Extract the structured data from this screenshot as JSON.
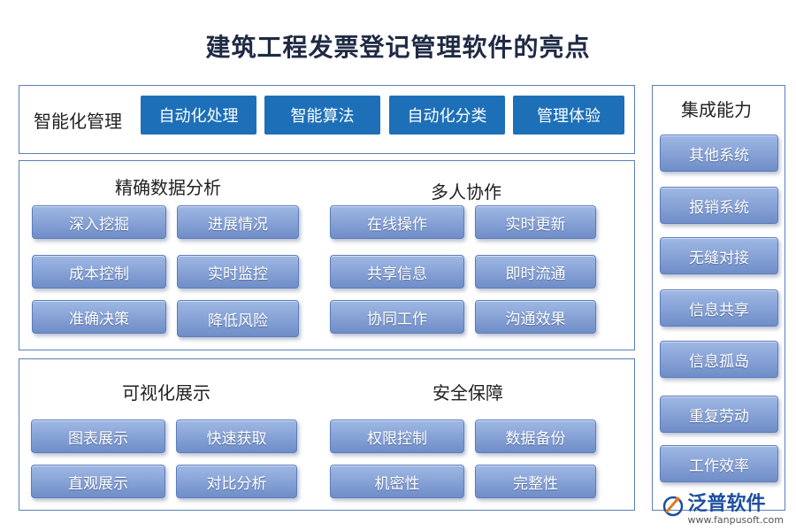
{
  "title": "建筑工程发票登记管理软件的亮点",
  "smart_management": {
    "label": "智能化管理",
    "items": [
      "自动化处理",
      "智能算法",
      "自动化分类",
      "管理体验"
    ]
  },
  "precise_analysis": {
    "heading": "精确数据分析",
    "items": [
      "深入挖掘",
      "进展情况",
      "成本控制",
      "实时监控",
      "准确决策",
      "降低风险"
    ]
  },
  "collaboration": {
    "heading": "多人协作",
    "items": [
      "在线操作",
      "实时更新",
      "共享信息",
      "即时流通",
      "协同工作",
      "沟通效果"
    ]
  },
  "visualization": {
    "heading": "可视化展示",
    "items": [
      "图表展示",
      "快速获取",
      "直观展示",
      "对比分析"
    ]
  },
  "security": {
    "heading": "安全保障",
    "items": [
      "权限控制",
      "数据备份",
      "机密性",
      "完整性"
    ]
  },
  "integration": {
    "heading": "集成能力",
    "items": [
      "其他系统",
      "报销系统",
      "无缝对接",
      "信息共享",
      "信息孤岛",
      "重复劳动",
      "工作效率"
    ]
  },
  "logo": {
    "name": "泛普软件",
    "url": "www.fanpusoft.com",
    "accent": "#1c4fa0",
    "icon": "fanpu-logo-icon"
  },
  "colors": {
    "dark_button": "#1d6fb8",
    "light_button": "#7f9ed4",
    "panel_border": "#5b7fb6"
  }
}
